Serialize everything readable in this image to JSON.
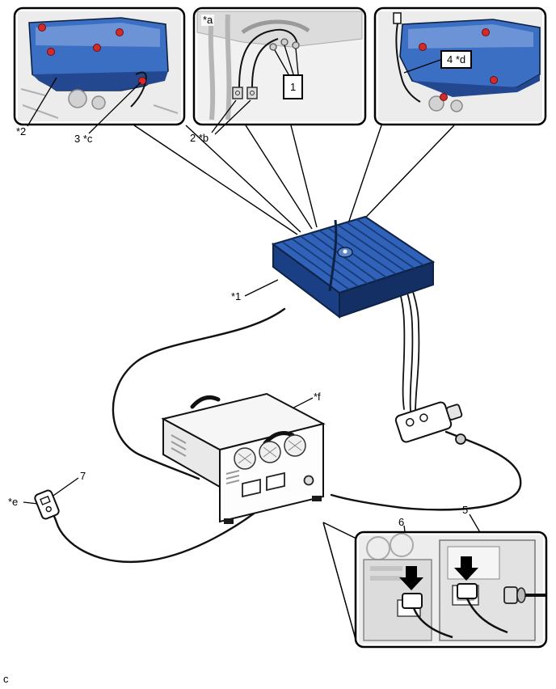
{
  "figure": {
    "type": "service-manual-wiring-diagram",
    "footer_note": "c",
    "labels": {
      "star_1": "*1",
      "star_2": "*2",
      "star_a": "*a",
      "star_e": "*e",
      "star_f": "*f",
      "num_1": "1",
      "num_2b": "2 *b",
      "num_3c": "3 *c",
      "num_4d": "4 *d",
      "num_5": "5",
      "num_6": "6",
      "num_7": "7"
    },
    "colors": {
      "battery_blue": "#2f62b8",
      "battery_blue_dark": "#142f63",
      "battery_blue_mid": "#1b3f85",
      "bolt_red": "#d42a2a",
      "outline_black": "#000000",
      "detail_grey": "#ececec"
    }
  }
}
